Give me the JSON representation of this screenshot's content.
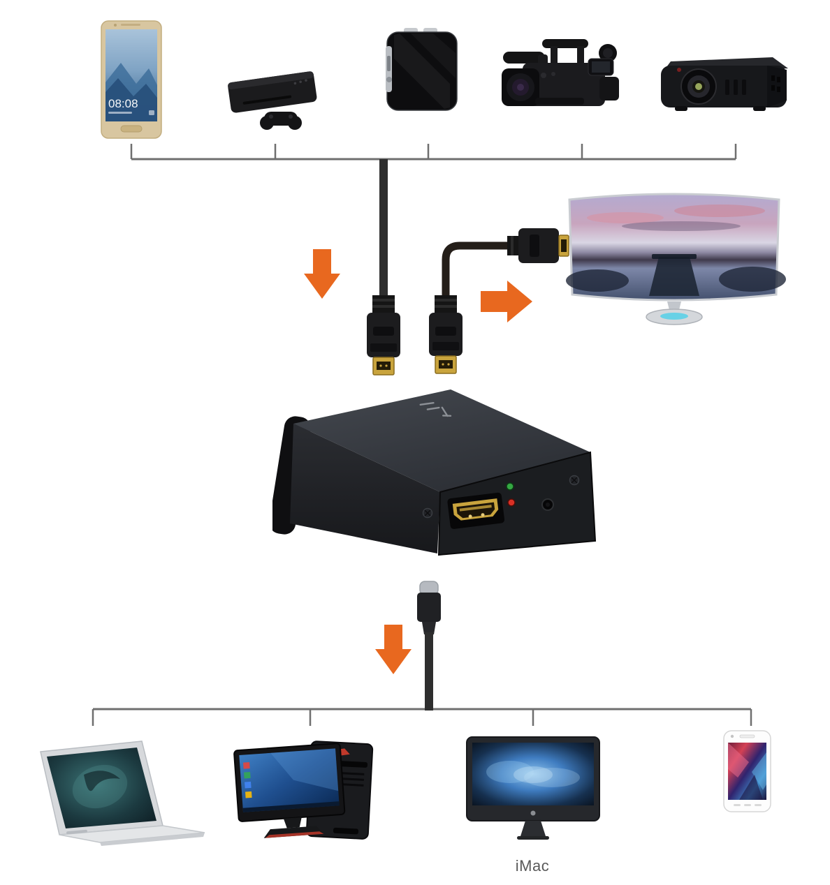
{
  "colors": {
    "background": "#ffffff",
    "arrow": "#e8681f",
    "bracket": "#6f6f6f",
    "cable_dark": "#2e2e2e",
    "hdmi_cable": "#241e19",
    "hdmi_gold": "#c9a43d",
    "led_green": "#35a843",
    "led_red": "#d93025",
    "monitor_glow": "#55d0e8",
    "device_body": "#1c1e22"
  },
  "diagram": {
    "top_devices": [
      "smartphone",
      "game-console",
      "tv-box",
      "video-camera",
      "projector"
    ],
    "bottom_devices": [
      "macbook",
      "gaming-desktop",
      "imac",
      "smartphone"
    ],
    "converter": "hdmi-to-usb-capture-box",
    "display": "curved-monitor"
  },
  "labels": {
    "imac": "iMac",
    "phone_clock": "08:08"
  }
}
